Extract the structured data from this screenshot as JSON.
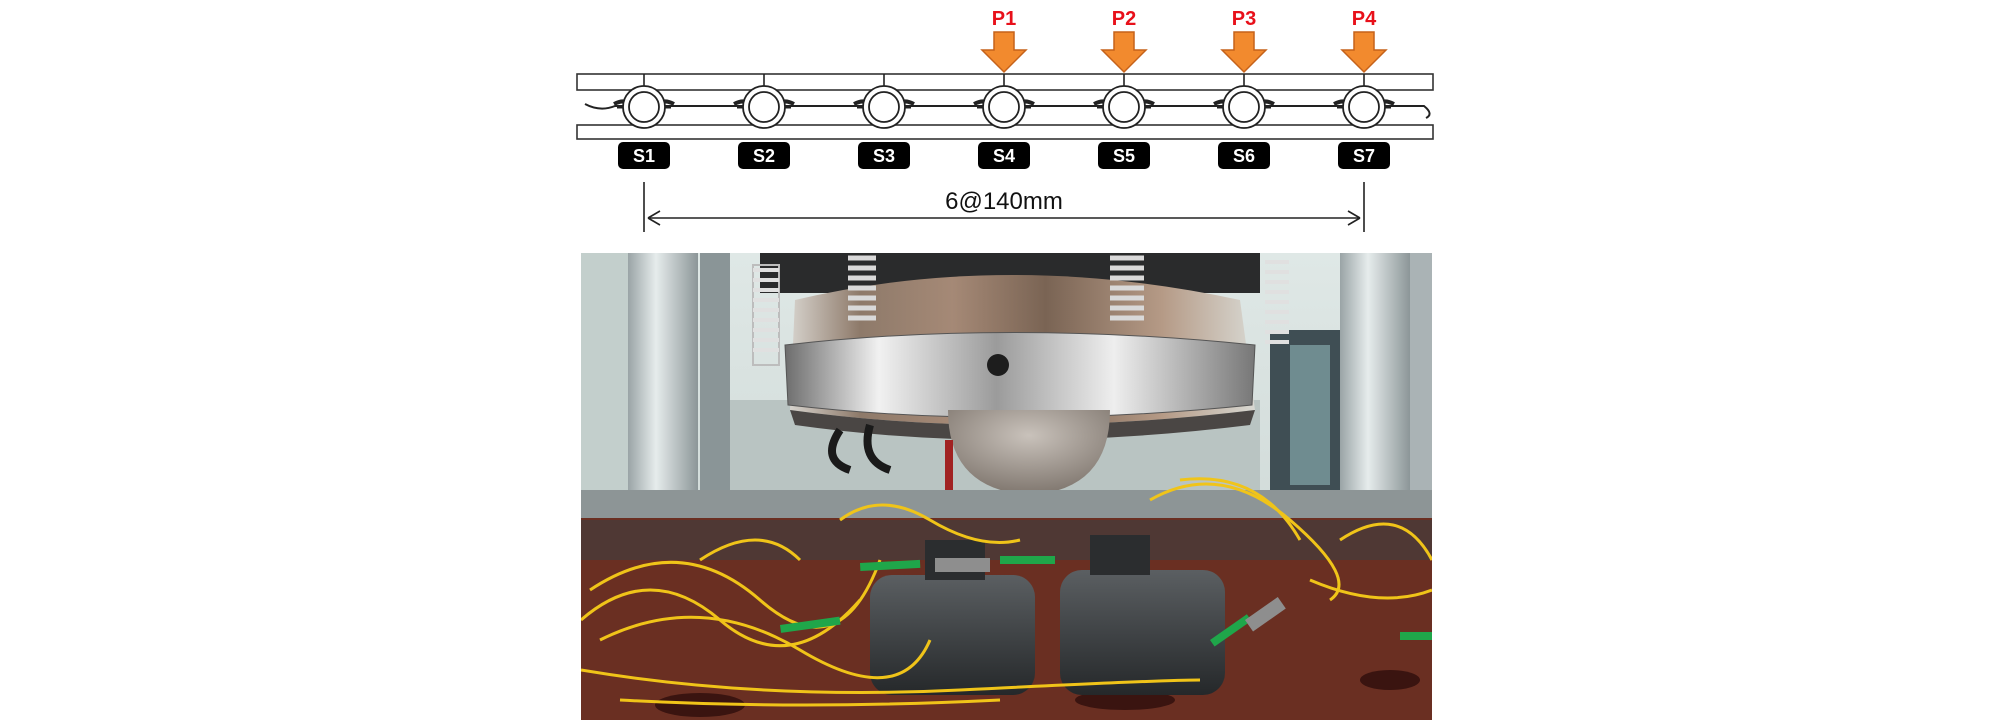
{
  "loads": [
    {
      "label": "P1",
      "at_sensor": 4
    },
    {
      "label": "P2",
      "at_sensor": 5
    },
    {
      "label": "P3",
      "at_sensor": 6
    },
    {
      "label": "P4",
      "at_sensor": 7
    }
  ],
  "sensors": [
    "S1",
    "S2",
    "S3",
    "S4",
    "S5",
    "S6",
    "S7"
  ],
  "spacing_label": "6@140mm",
  "colors": {
    "load_arrow": "#f28a2e",
    "load_arrow_stroke": "#c5621a",
    "load_label": "#e8101a",
    "badge": "#000000",
    "beam": "#ffffff",
    "line": "#222222"
  },
  "photo": {
    "description_icon": "test-rig-photo",
    "frame_color": "#cfd6d4",
    "plate_color": "#6a2f22",
    "cable_color": "#f0c419",
    "connector_color": "#1fa64a"
  }
}
